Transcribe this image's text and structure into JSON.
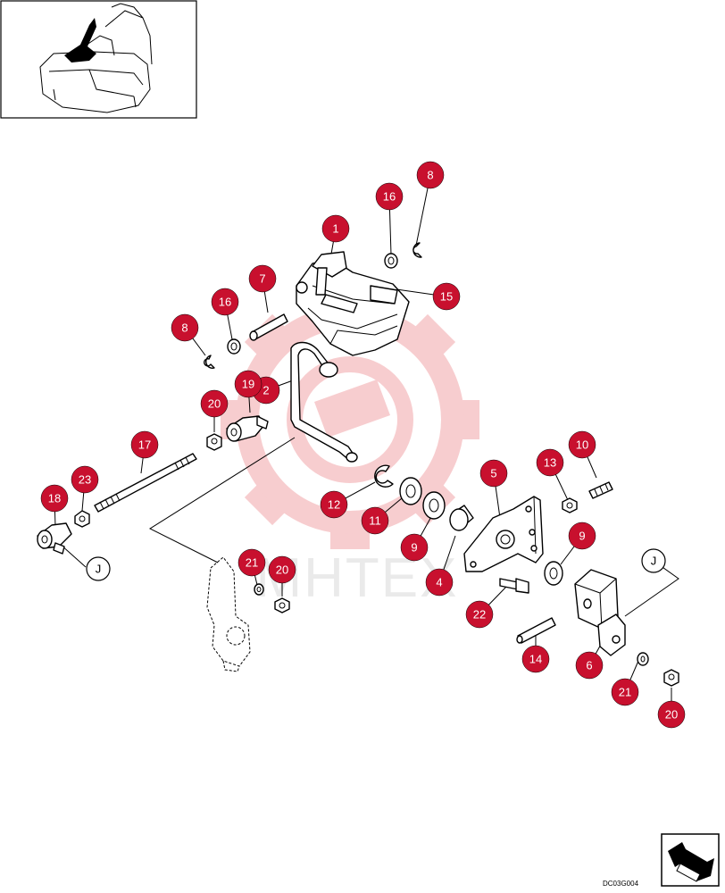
{
  "drawing_code": "DC03G004",
  "watermark_text": "MHTEX",
  "colors": {
    "callout_fill": "#c8102e",
    "watermark": "#f2a5a8",
    "line": "#000000"
  },
  "callouts": [
    {
      "id": "c1",
      "label": "1"
    },
    {
      "id": "c2",
      "label": "2"
    },
    {
      "id": "c4",
      "label": "4"
    },
    {
      "id": "c5",
      "label": "5"
    },
    {
      "id": "c6",
      "label": "6"
    },
    {
      "id": "c7",
      "label": "7"
    },
    {
      "id": "c8a",
      "label": "8"
    },
    {
      "id": "c8b",
      "label": "8"
    },
    {
      "id": "c9a",
      "label": "9"
    },
    {
      "id": "c9b",
      "label": "9"
    },
    {
      "id": "c10",
      "label": "10"
    },
    {
      "id": "c11",
      "label": "11"
    },
    {
      "id": "c12",
      "label": "12"
    },
    {
      "id": "c13",
      "label": "13"
    },
    {
      "id": "c14",
      "label": "14"
    },
    {
      "id": "c15",
      "label": "15"
    },
    {
      "id": "c16a",
      "label": "16"
    },
    {
      "id": "c16b",
      "label": "16"
    },
    {
      "id": "c17",
      "label": "17"
    },
    {
      "id": "c18",
      "label": "18"
    },
    {
      "id": "c19",
      "label": "19"
    },
    {
      "id": "c20a",
      "label": "20"
    },
    {
      "id": "c20b",
      "label": "20"
    },
    {
      "id": "c20c",
      "label": "20"
    },
    {
      "id": "c21a",
      "label": "21"
    },
    {
      "id": "c21b",
      "label": "21"
    },
    {
      "id": "c22",
      "label": "22"
    },
    {
      "id": "c23",
      "label": "23"
    }
  ],
  "references": [
    {
      "id": "ja",
      "label": "J"
    },
    {
      "id": "jb",
      "label": "J"
    }
  ]
}
